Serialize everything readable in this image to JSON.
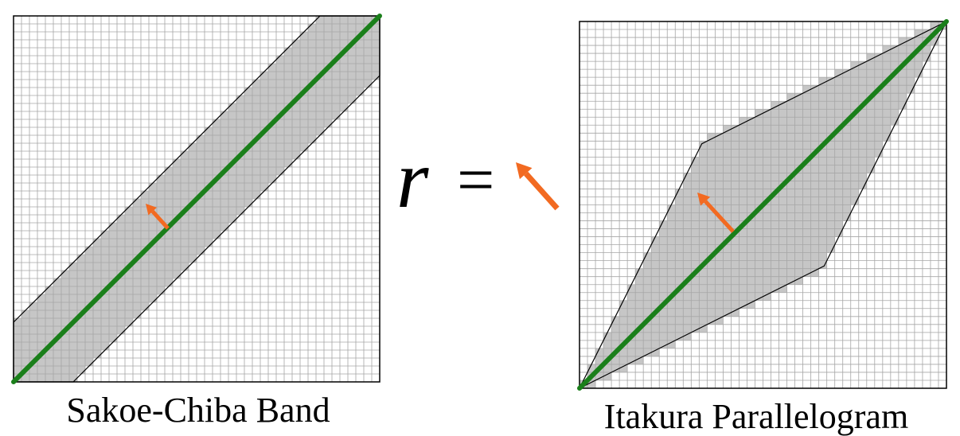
{
  "left_panel": {
    "caption": "Sakoe-Chiba Band",
    "grid_cells": 46,
    "band_half_width_cells": 7
  },
  "equation": {
    "variable": "r",
    "operator": "="
  },
  "right_panel": {
    "caption": "Itakura Parallelogram",
    "grid_cells": 46,
    "max_slope": 2
  },
  "colors": {
    "grid_line": "#a6a6a6",
    "shaded_cell": "#c6c6c6",
    "diagonal": "#1a7f1a",
    "arrow": "#f26a21",
    "border": "#000000"
  }
}
